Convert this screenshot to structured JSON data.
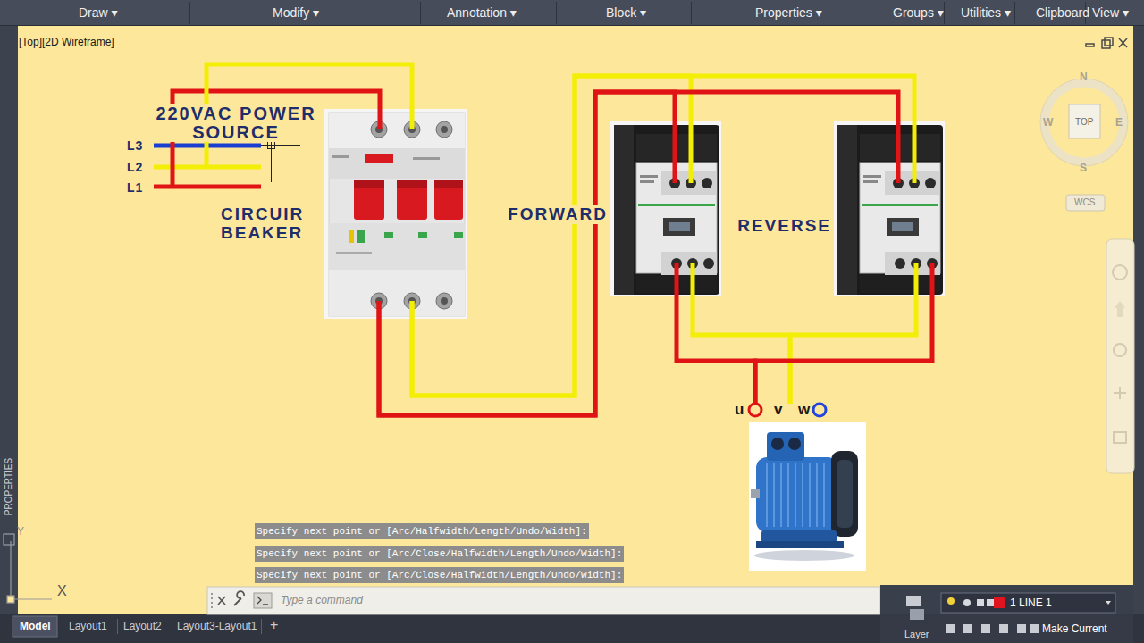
{
  "diagram": {
    "nodes": [
      {
        "text": [
          "220VAC POWER SOURCE"
        ]
      },
      {
        "text": [
          "CIRCUIR BEAKER"
        ]
      },
      {
        "text": [
          "FORWARD"
        ]
      },
      {
        "text": [
          "REVERSE"
        ]
      },
      {
        "text": [
          "u",
          "v",
          "w"
        ]
      }
    ],
    "edges": [
      {
        "from": 0,
        "to": 1,
        "arrow": "none"
      },
      {
        "from": 1,
        "to": 2,
        "arrow": "none"
      },
      {
        "from": 1,
        "to": 3,
        "arrow": "none"
      },
      {
        "from": 2,
        "to": 4,
        "arrow": "none"
      },
      {
        "from": 3,
        "to": 4,
        "arrow": "none"
      }
    ],
    "labels": [
      "Draw ▾",
      "Modify ▾",
      "Annotation ▾",
      "Block ▾",
      "Properties ▾",
      "Groups ▾",
      "Utilities ▾",
      "Clipboard",
      "View ▾",
      "[Top][2D Wireframe]",
      "L3",
      "L2",
      "L1",
      "N",
      "W",
      "TOP",
      "E",
      "S",
      "WCS",
      "PROPERTIES",
      "Specify next point or [Arc/Halfwidth/Length/Undo/Width]:",
      "Specify next point or [Arc/Close/Halfwidth/Length/Undo/Width]:",
      "Specify next point or [Arc/Close/Halfwidth/Length/Undo/Width]:",
      "Type a command",
      "Model",
      "Layout1",
      "Layout2",
      "Layout3-Layout1",
      "+",
      "1 LINE 1",
      "Make Current",
      "Layer",
      "Y",
      "X"
    ]
  }
}
